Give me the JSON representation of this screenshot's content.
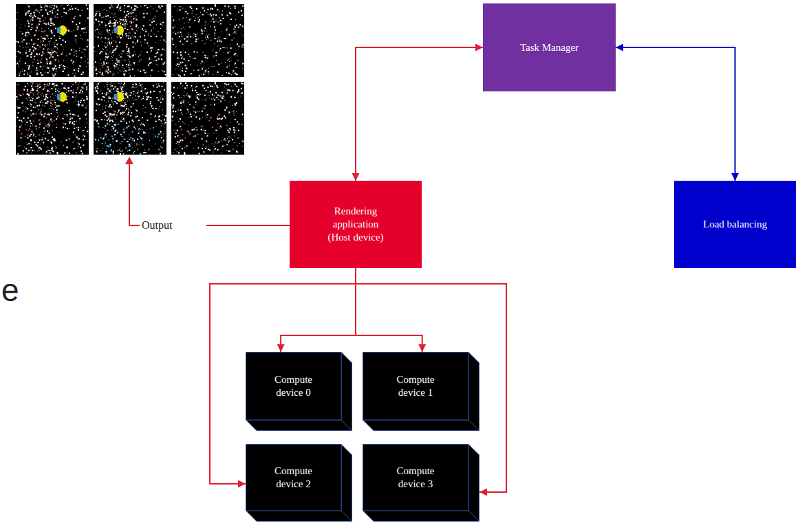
{
  "diagram": {
    "nodes": [
      {
        "text": [
          "Task Manager"
        ]
      },
      {
        "text": [
          "Rendering application (Host device)"
        ]
      },
      {
        "text": [
          "Load balancing"
        ]
      },
      {
        "text": [
          "Compute device 0"
        ]
      },
      {
        "text": [
          "Compute device 1"
        ]
      },
      {
        "text": [
          "Compute device 2"
        ]
      },
      {
        "text": [
          "Compute device 3"
        ]
      }
    ],
    "edges": [
      {
        "from": 0,
        "to": 1,
        "arrow": "both"
      },
      {
        "from": 0,
        "to": 2,
        "arrow": "both"
      },
      {
        "from": 1,
        "to": 3,
        "arrow": "to"
      },
      {
        "from": 1,
        "to": 4,
        "arrow": "to"
      },
      {
        "from": 1,
        "to": 5,
        "arrow": "to"
      },
      {
        "from": 1,
        "to": 6,
        "arrow": "to"
      }
    ],
    "labels": [
      "Output",
      "e"
    ]
  }
}
